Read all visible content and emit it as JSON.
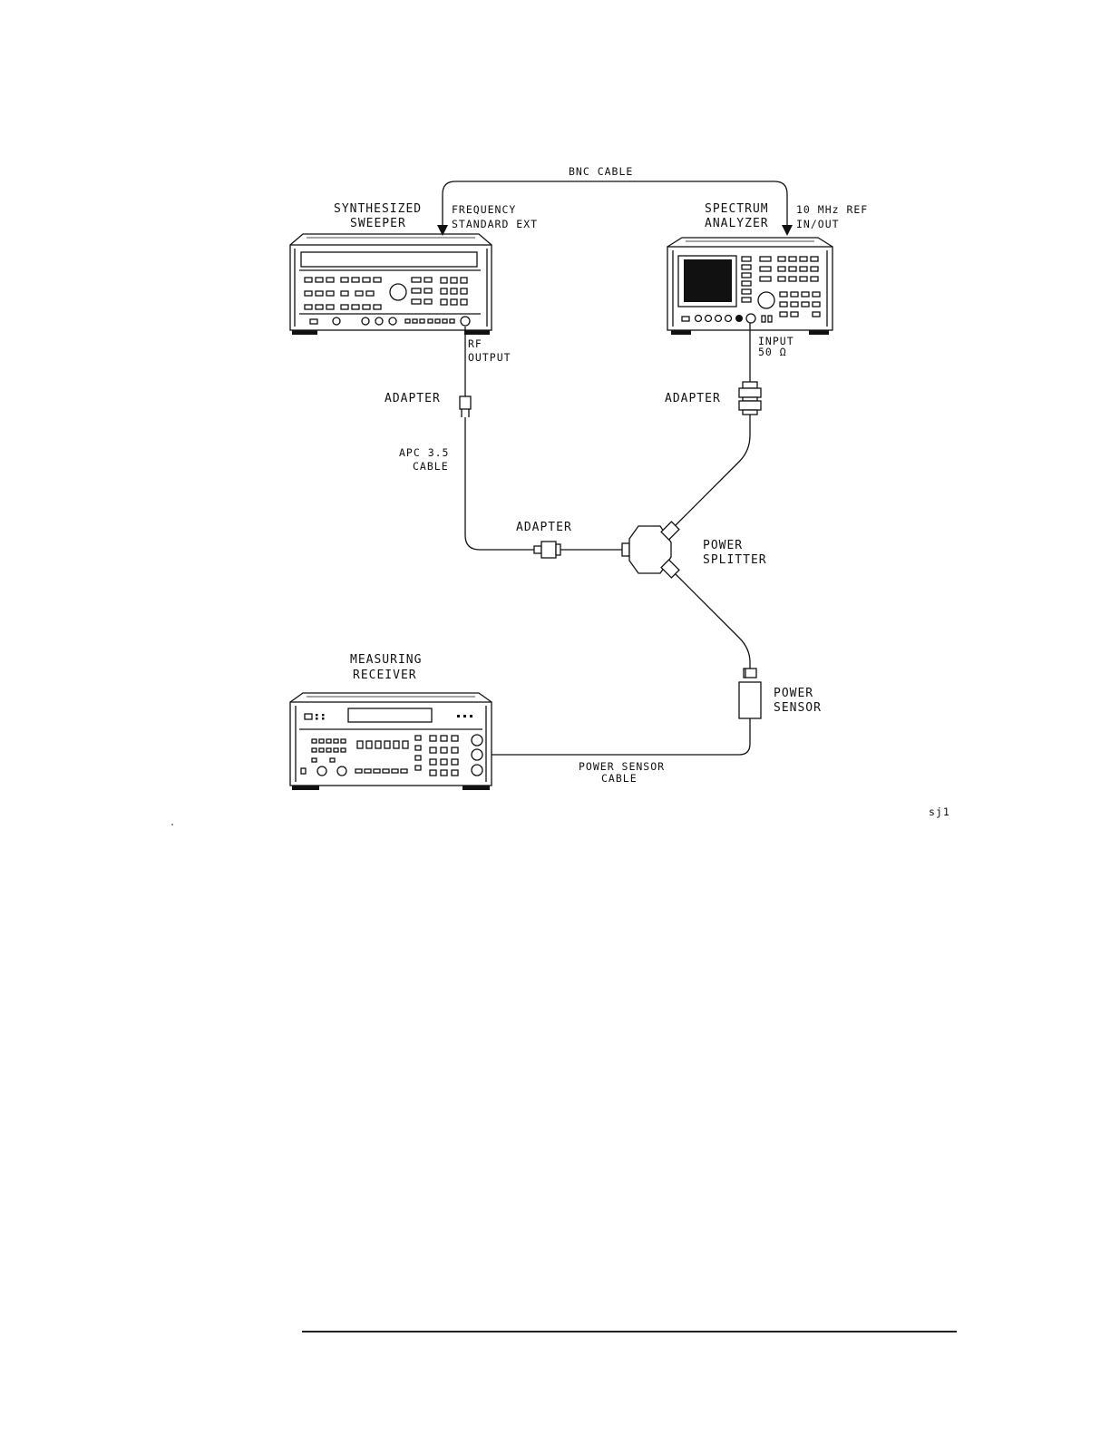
{
  "labels": {
    "bnc_cable": "BNC CABLE",
    "sweeper_l1": "SYNTHESIZED",
    "sweeper_l2": "SWEEPER",
    "freq_l1": "FREQUENCY",
    "freq_l2": "STANDARD EXT",
    "analyzer_l1": "SPECTRUM",
    "analyzer_l2": "ANALYZER",
    "ref_l1": "10 MHz REF",
    "ref_l2": "IN/OUT",
    "rf_l1": "RF",
    "rf_l2": "OUTPUT",
    "input_l1": "INPUT",
    "input_l2": "50 Ω",
    "adapter_left": "ADAPTER",
    "adapter_right": "ADAPTER",
    "apc_l1": "APC 3.5",
    "apc_l2": "CABLE",
    "adapter_mid": "ADAPTER",
    "splitter_l1": "POWER",
    "splitter_l2": "SPLITTER",
    "receiver_l1": "MEASURING",
    "receiver_l2": "RECEIVER",
    "sensor_l1": "POWER",
    "sensor_l2": "SENSOR",
    "sensor_cable_l1": "POWER SENSOR",
    "sensor_cable_l2": "CABLE",
    "figure_id": "sj1"
  },
  "colors": {
    "ink": "#111111",
    "paper": "#ffffff"
  }
}
